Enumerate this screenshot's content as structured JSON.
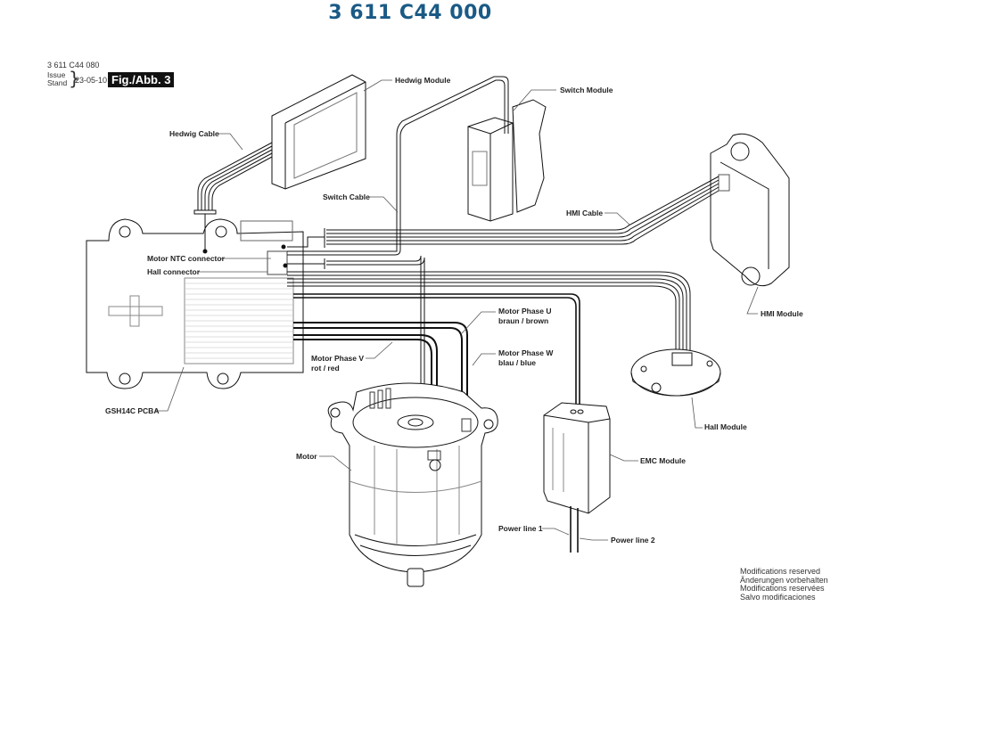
{
  "header": {
    "title": "3 611 C44 000",
    "doc_number": "3 611 C44 080",
    "issue_label": "Issue",
    "stand_label": "Stand",
    "date": "23-05-10",
    "figure_badge": "Fig./Abb. 3"
  },
  "diagram": {
    "components": {
      "hedwig_module": "Hedwig Module",
      "hedwig_cable": "Hedwig Cable",
      "switch_module": "Switch Module",
      "switch_cable": "Switch Cable",
      "hmi_cable": "HMI Cable",
      "hmi_module": "HMI Module",
      "motor_ntc_connector": "Motor NTC connector",
      "hall_connector": "Hall connector",
      "motor_phase_u": "Motor Phase U",
      "motor_phase_u_color": "braun / brown",
      "motor_phase_v": "Motor Phase V",
      "motor_phase_v_color": "rot / red",
      "motor_phase_w": "Motor Phase W",
      "motor_phase_w_color": "blau / blue",
      "pcba": "GSH14C PCBA",
      "motor": "Motor",
      "hall_module": "Hall Module",
      "emc_module": "EMC Module",
      "power_line_1": "Power line 1",
      "power_line_2": "Power line 2"
    }
  },
  "footer": {
    "modifications": [
      "Modifications reserved",
      "Änderungen vorbehalten",
      "Modifications reservées",
      "Salvo modificaciones"
    ]
  },
  "colors": {
    "title": "#1a5a86",
    "line": "#111111",
    "leader": "#555555"
  }
}
